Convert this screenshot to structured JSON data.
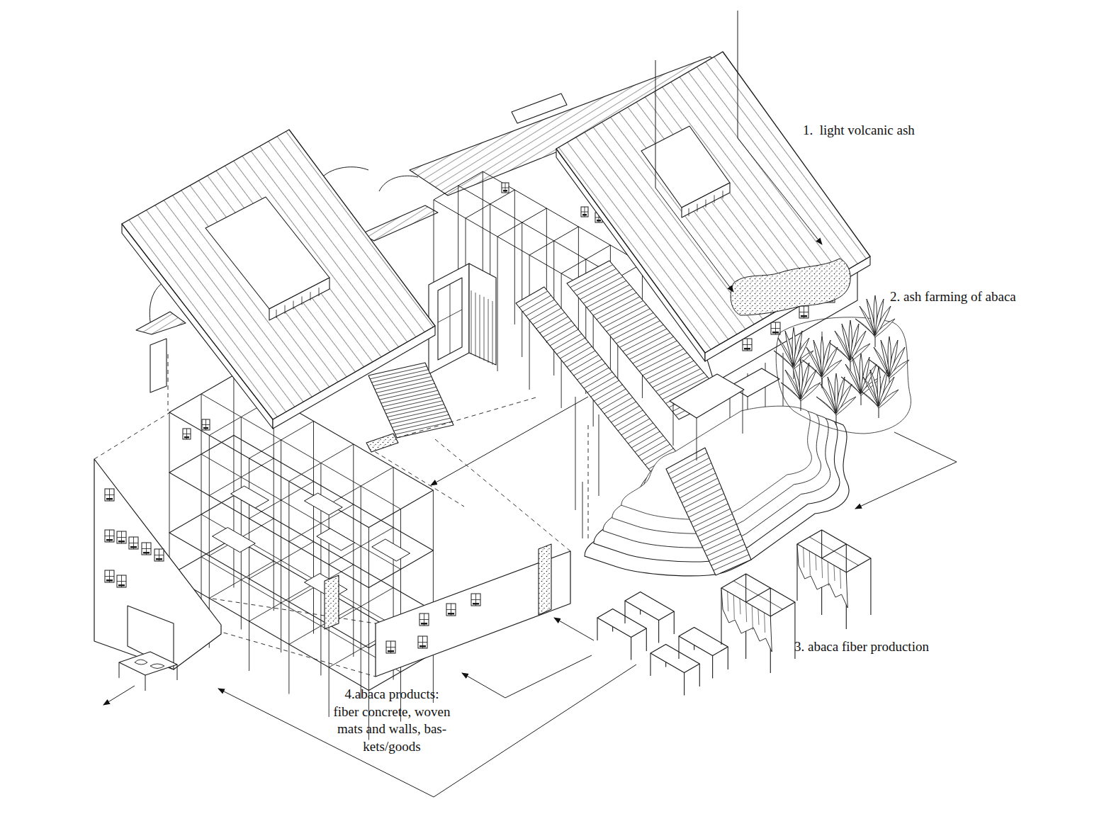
{
  "diagram": {
    "labels": [
      "1.  light volcanic ash",
      "2. ash farming of abaca",
      "3. abaca fiber production",
      "4.abaca products: fiber concrete, woven mats and walls, bas- kets/goods"
    ]
  }
}
